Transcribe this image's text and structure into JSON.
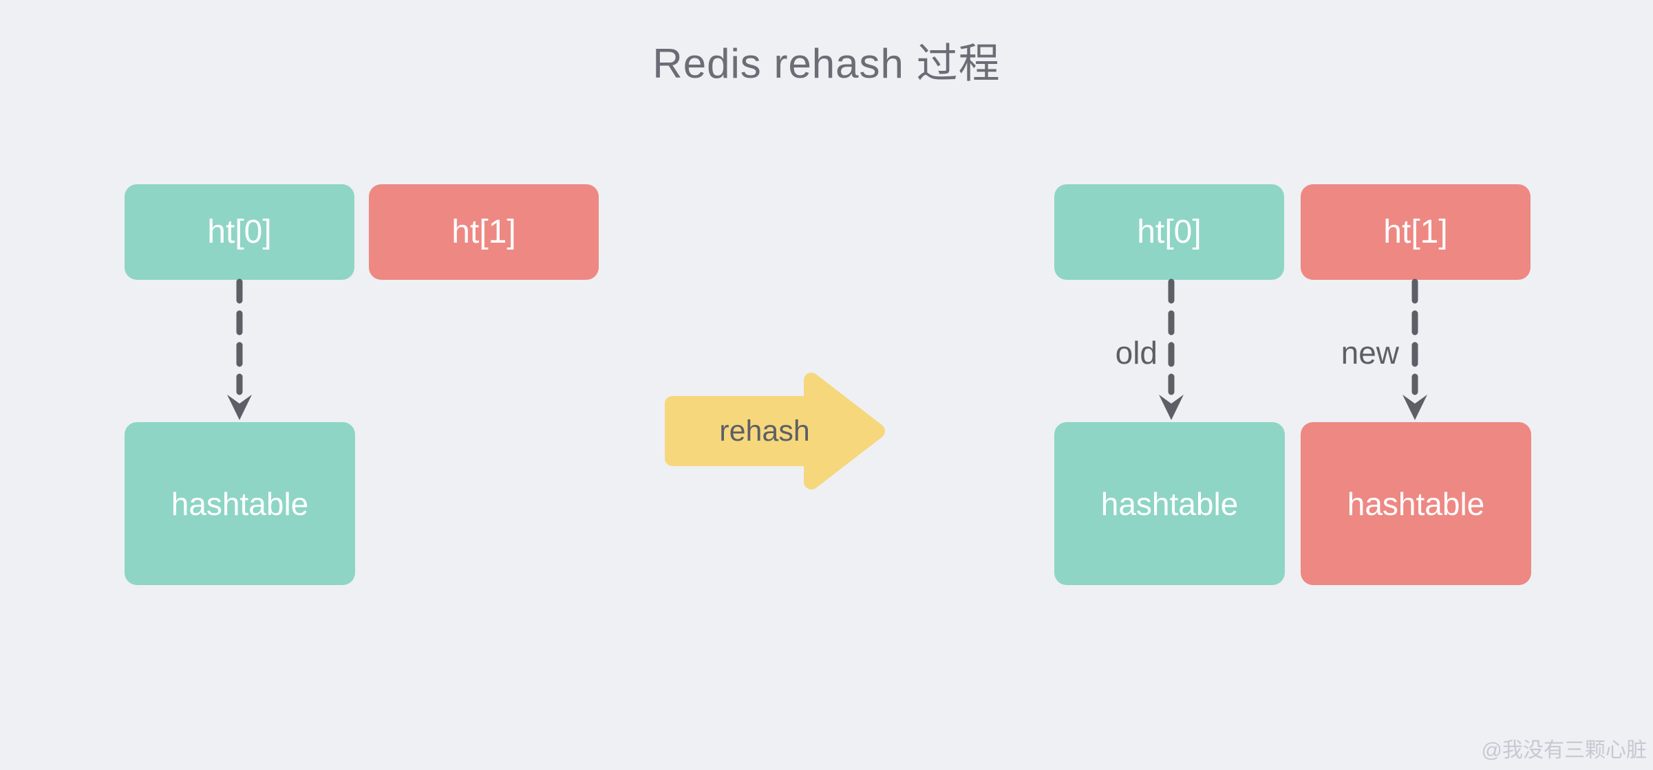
{
  "diagram": {
    "title": "Redis rehash 过程",
    "watermark": "@我没有三颗心脏",
    "colors": {
      "teal": "#8ed5c6",
      "salmon": "#ee8883",
      "yellow": "#f6d77c",
      "arrow_gray": "#5d5f66",
      "title_gray": "#6b6c75",
      "background": "#eef0f4",
      "watermark_gray": "#c5c9d2",
      "box_text": "#ffffff"
    },
    "before": {
      "ht0": "ht[0]",
      "ht1": "ht[1]",
      "hashtable": "hashtable"
    },
    "transition": {
      "rehash_label": "rehash"
    },
    "after": {
      "ht0": "ht[0]",
      "ht1": "ht[1]",
      "old_label": "old",
      "new_label": "new",
      "hashtable_old": "hashtable",
      "hashtable_new": "hashtable"
    }
  }
}
